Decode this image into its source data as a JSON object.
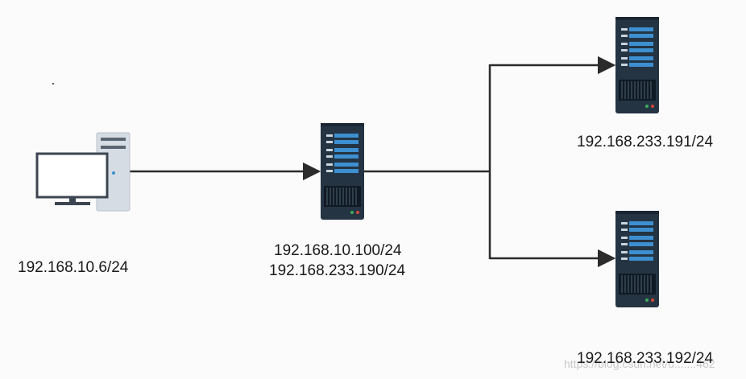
{
  "nodes": {
    "client": {
      "ip": "192.168.10.6/24"
    },
    "gateway": {
      "ip_lines": [
        "192.168.10.100/24",
        "192.168.233.190/24"
      ]
    },
    "server_top": {
      "ip": "192.168.233.191/24"
    },
    "server_bottom": {
      "ip": "192.168.233.192/24"
    }
  },
  "watermark": "https://blog.csdn.net/u.......462",
  "colors": {
    "line": "#2b2b2b",
    "server_body": "#243443",
    "server_slot": "#3d8fd0",
    "monitor_border": "#3c4650",
    "tower": "#d6dce3"
  }
}
